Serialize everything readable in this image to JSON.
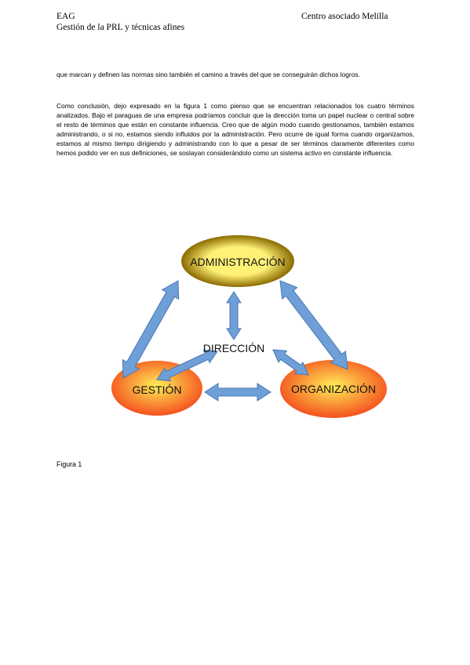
{
  "header": {
    "left_title": "EAG",
    "right_title": "Centro asociado Melilla",
    "subtitle": "Gestión de la PRL y técnicas afines"
  },
  "paragraphs": [
    "que marcan y definen las normas sino también el camino a través del que se conseguirán dichos logros.",
    "Como conclusión, dejo expresado en la figura 1 como pienso que se encuentran relacionados los cuatro términos analizados. Bajo el paraguas de una empresa podríamos concluir que la dirección toma un papel nuclear o central sobre el resto de términos que están en constante influencia. Creo que de algún modo cuando gestionamos, también estamos administrando, o si no, estamos siendo influidos por la administración. Pero ocurre de igual forma cuando organizamos, estamos al mismo tiempo dirigiendo y administrando con lo que a pesar de ser términos claramente diferentes como hemos podido ver en sus definiciones, se soslayan considerándolo como un sistema activo en constante influencia."
  ],
  "figure": {
    "nodes": {
      "administracion": "ADMINISTRACIÓN",
      "direccion": "DIRECCIÓN",
      "gestion": "GESTIÓN",
      "organizacion": "ORGANIZACIÓN"
    },
    "colors": {
      "arrow_fill": "#6f9fd8",
      "arrow_stroke": "#4a77b3",
      "admin_center": "#fff176",
      "admin_edge": "#8a6a00",
      "side_center": "#ffee58",
      "side_edge": "#f4511e"
    },
    "caption": "Figura 1"
  }
}
